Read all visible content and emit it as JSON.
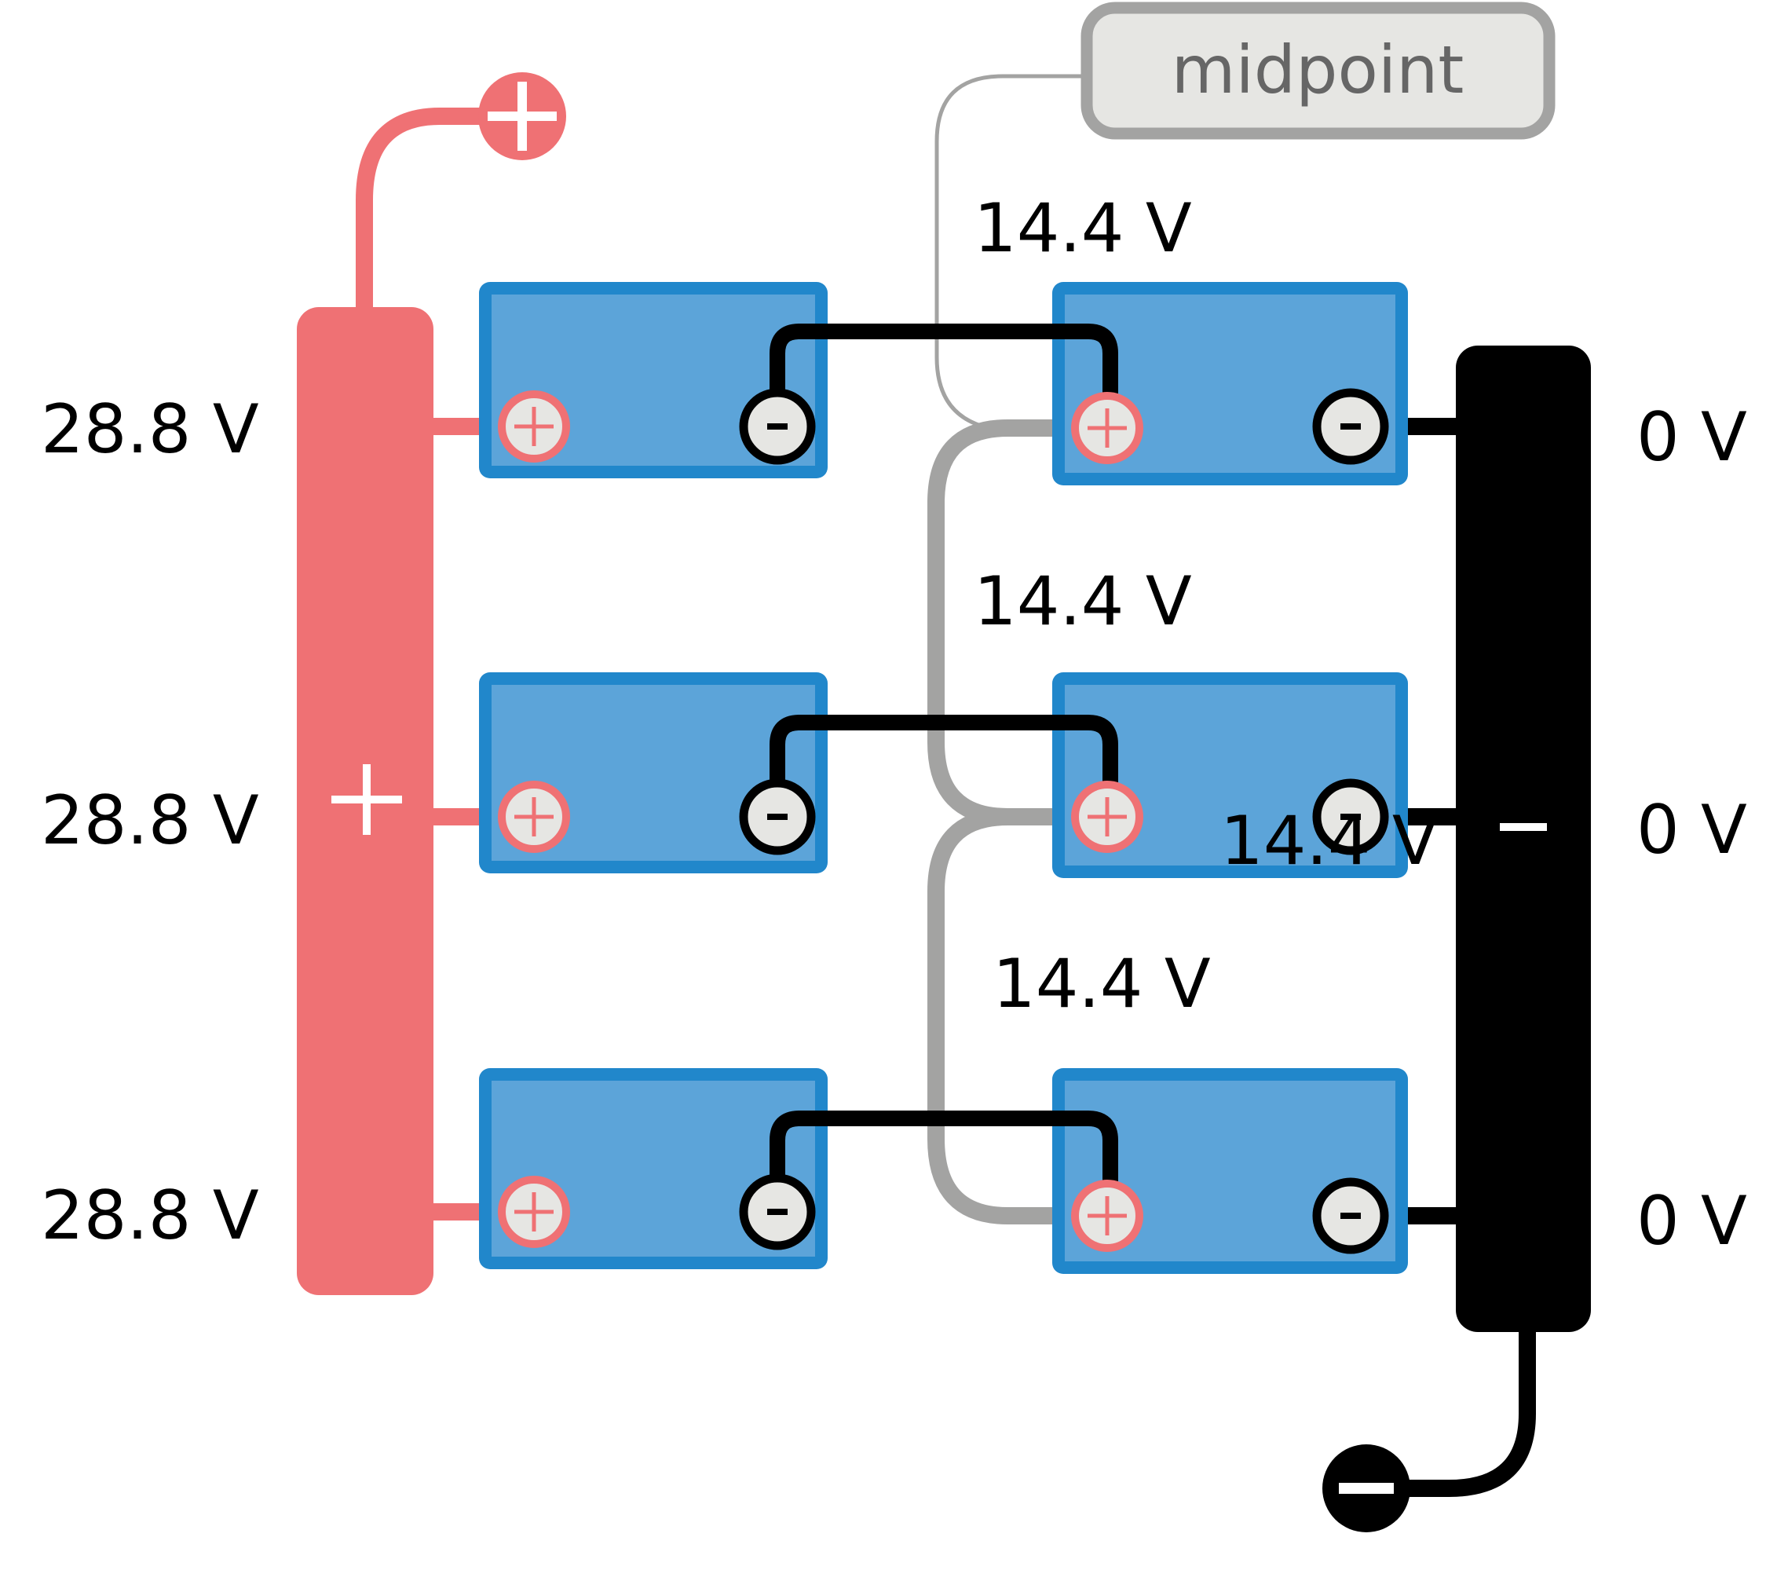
{
  "midpoint_label": "midpoint",
  "left_voltages": [
    "28.8 V",
    "28.8 V",
    "28.8 V"
  ],
  "right_voltages": [
    "0 V",
    "0 V",
    "0 V"
  ],
  "mid_voltages": [
    "14.4 V",
    "14.4 V",
    "14.4 V",
    "14.4 V"
  ],
  "colors": {
    "positive": "#ef7174",
    "negative": "#000000",
    "battery_fill": "#5ca4d9",
    "battery_border": "#2187cb",
    "midpoint_wire": "#a3a3a2",
    "terminal_fill": "#e6e6e3"
  }
}
